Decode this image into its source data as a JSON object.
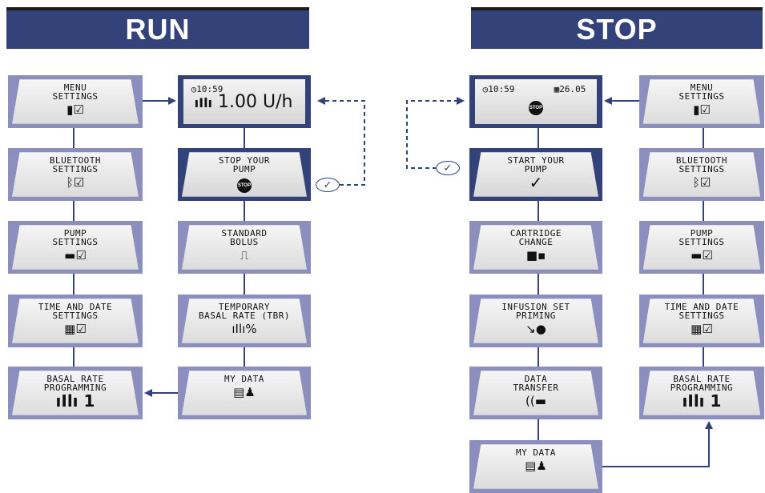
{
  "colors": {
    "frame_dark": "#34427a",
    "frame_side": "#8c8fbd",
    "arrow": "#34427a"
  },
  "run": {
    "title": "RUN",
    "home": {
      "time": "◷10:59",
      "rate_icon": "basal-rate-icon",
      "rate": "1.00 U/h"
    },
    "left_menu": [
      {
        "line1": "MENU",
        "line2": "SETTINGS",
        "icon": "menu-settings-icon"
      },
      {
        "line1": "BLUETOOTH",
        "line2": "SETTINGS",
        "icon": "bluetooth-settings-icon"
      },
      {
        "line1": "PUMP",
        "line2": "SETTINGS",
        "icon": "pump-settings-icon"
      },
      {
        "line1": "TIME AND DATE",
        "line2": "SETTINGS",
        "icon": "time-date-settings-icon"
      },
      {
        "line1": "BASAL RATE",
        "line2": "PROGRAMMING",
        "icon": "basal-rate-icon",
        "value": "1"
      }
    ],
    "main_menu": [
      {
        "line1": "STOP YOUR",
        "line2": "PUMP",
        "icon": "stop-icon"
      },
      {
        "line1": "STANDARD",
        "line2": "BOLUS",
        "icon": "bolus-icon"
      },
      {
        "line1": "TEMPORARY",
        "line2": "BASAL RATE (TBR)",
        "icon": "tbr-icon"
      },
      {
        "line1": "MY DATA",
        "line2": "",
        "icon": "my-data-icon"
      }
    ]
  },
  "stop": {
    "title": "STOP",
    "home": {
      "time": "◷10:59",
      "date": "▦26.05",
      "stop_label": "STOP"
    },
    "main_menu": [
      {
        "line1": "START YOUR",
        "line2": "PUMP",
        "icon": "checkmark-icon"
      },
      {
        "line1": "CARTRIDGE",
        "line2": "CHANGE",
        "icon": "cartridge-icon"
      },
      {
        "line1": "INFUSION SET",
        "line2": "PRIMING",
        "icon": "infusion-set-icon"
      },
      {
        "line1": "DATA",
        "line2": "TRANSFER",
        "icon": "data-transfer-icon"
      },
      {
        "line1": "MY DATA",
        "line2": "",
        "icon": "my-data-icon"
      }
    ],
    "right_menu": [
      {
        "line1": "MENU",
        "line2": "SETTINGS",
        "icon": "menu-settings-icon"
      },
      {
        "line1": "BLUETOOTH",
        "line2": "SETTINGS",
        "icon": "bluetooth-settings-icon"
      },
      {
        "line1": "PUMP",
        "line2": "SETTINGS",
        "icon": "pump-settings-icon"
      },
      {
        "line1": "TIME AND DATE",
        "line2": "SETTINGS",
        "icon": "time-date-settings-icon"
      },
      {
        "line1": "BASAL RATE",
        "line2": "PROGRAMMING",
        "icon": "basal-rate-icon",
        "value": "1"
      }
    ]
  },
  "icons": {
    "menu-settings-icon": "▮☑",
    "bluetooth-settings-icon": "ᛒ☑",
    "pump-settings-icon": "▬☑",
    "time-date-settings-icon": "▦☑",
    "basal-rate-icon": "ıIlı",
    "stop-icon": "STOP",
    "checkmark-icon": "✓",
    "bolus-icon": "⎍",
    "tbr-icon": "ıIlı%",
    "my-data-icon": "▤♟",
    "cartridge-icon": "■▪",
    "infusion-set-icon": "↘●",
    "data-transfer-icon": "((▬"
  },
  "connectors": {
    "check_symbol": "✓"
  }
}
